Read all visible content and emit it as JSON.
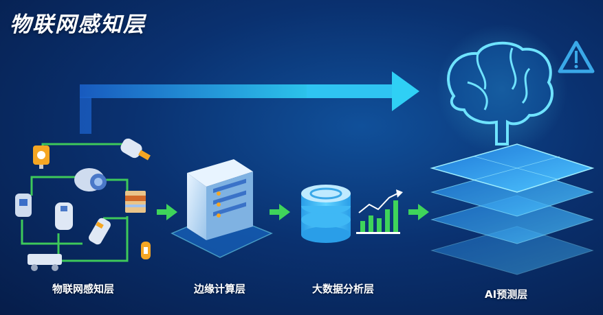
{
  "title": "物联网感知层",
  "layers": [
    {
      "label": "物联网感知层"
    },
    {
      "label": "边缘计算层"
    },
    {
      "label": "大数据分析层"
    },
    {
      "label": "AI预测层"
    }
  ],
  "colors": {
    "arrow_blue": "#2fc4f2",
    "arrow_green": "#3fd45a",
    "wire_green": "#3ec95a",
    "glow_cyan": "#6fe3ff",
    "warning": "#3aa8e8"
  },
  "icons": [
    "sensor-icon",
    "server-icon",
    "database-icon",
    "growth-chart-icon",
    "brain-icon",
    "warning-icon",
    "data-layer-stack-icon"
  ]
}
